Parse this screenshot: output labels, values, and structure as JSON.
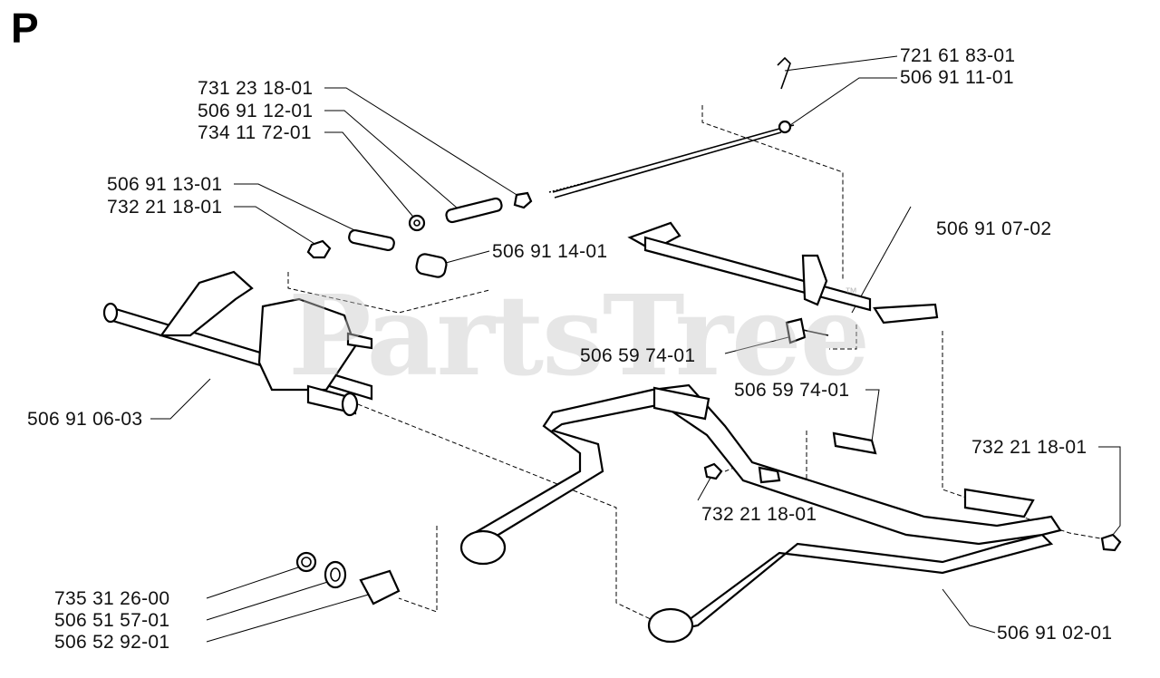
{
  "section_letter": "P",
  "watermark": "PartsTree",
  "watermark_mark": "™",
  "part_numbers": {
    "p721_61_83_01": "721 61 83-01",
    "p506_91_11_01": "506 91 11-01",
    "p731_23_18_01": "731 23 18-01",
    "p506_91_12_01": "506 91 12-01",
    "p734_11_72_01": "734 11 72-01",
    "p506_91_13_01": "506 91 13-01",
    "p732_21_18_01_a": "732 21 18-01",
    "p506_91_14_01": "506 91 14-01",
    "p506_91_07_02": "506 91 07-02",
    "p506_59_74_01_a": "506 59 74-01",
    "p506_59_74_01_b": "506 59 74-01",
    "p506_91_06_03": "506 91 06-03",
    "p732_21_18_01_b": "732 21 18-01",
    "p732_21_18_01_c": "732 21 18-01",
    "p735_31_26_00": "735 31 26-00",
    "p506_51_57_01": "506 51 57-01",
    "p506_52_92_01": "506 52 92-01",
    "p506_91_02_01": "506 91 02-01"
  }
}
